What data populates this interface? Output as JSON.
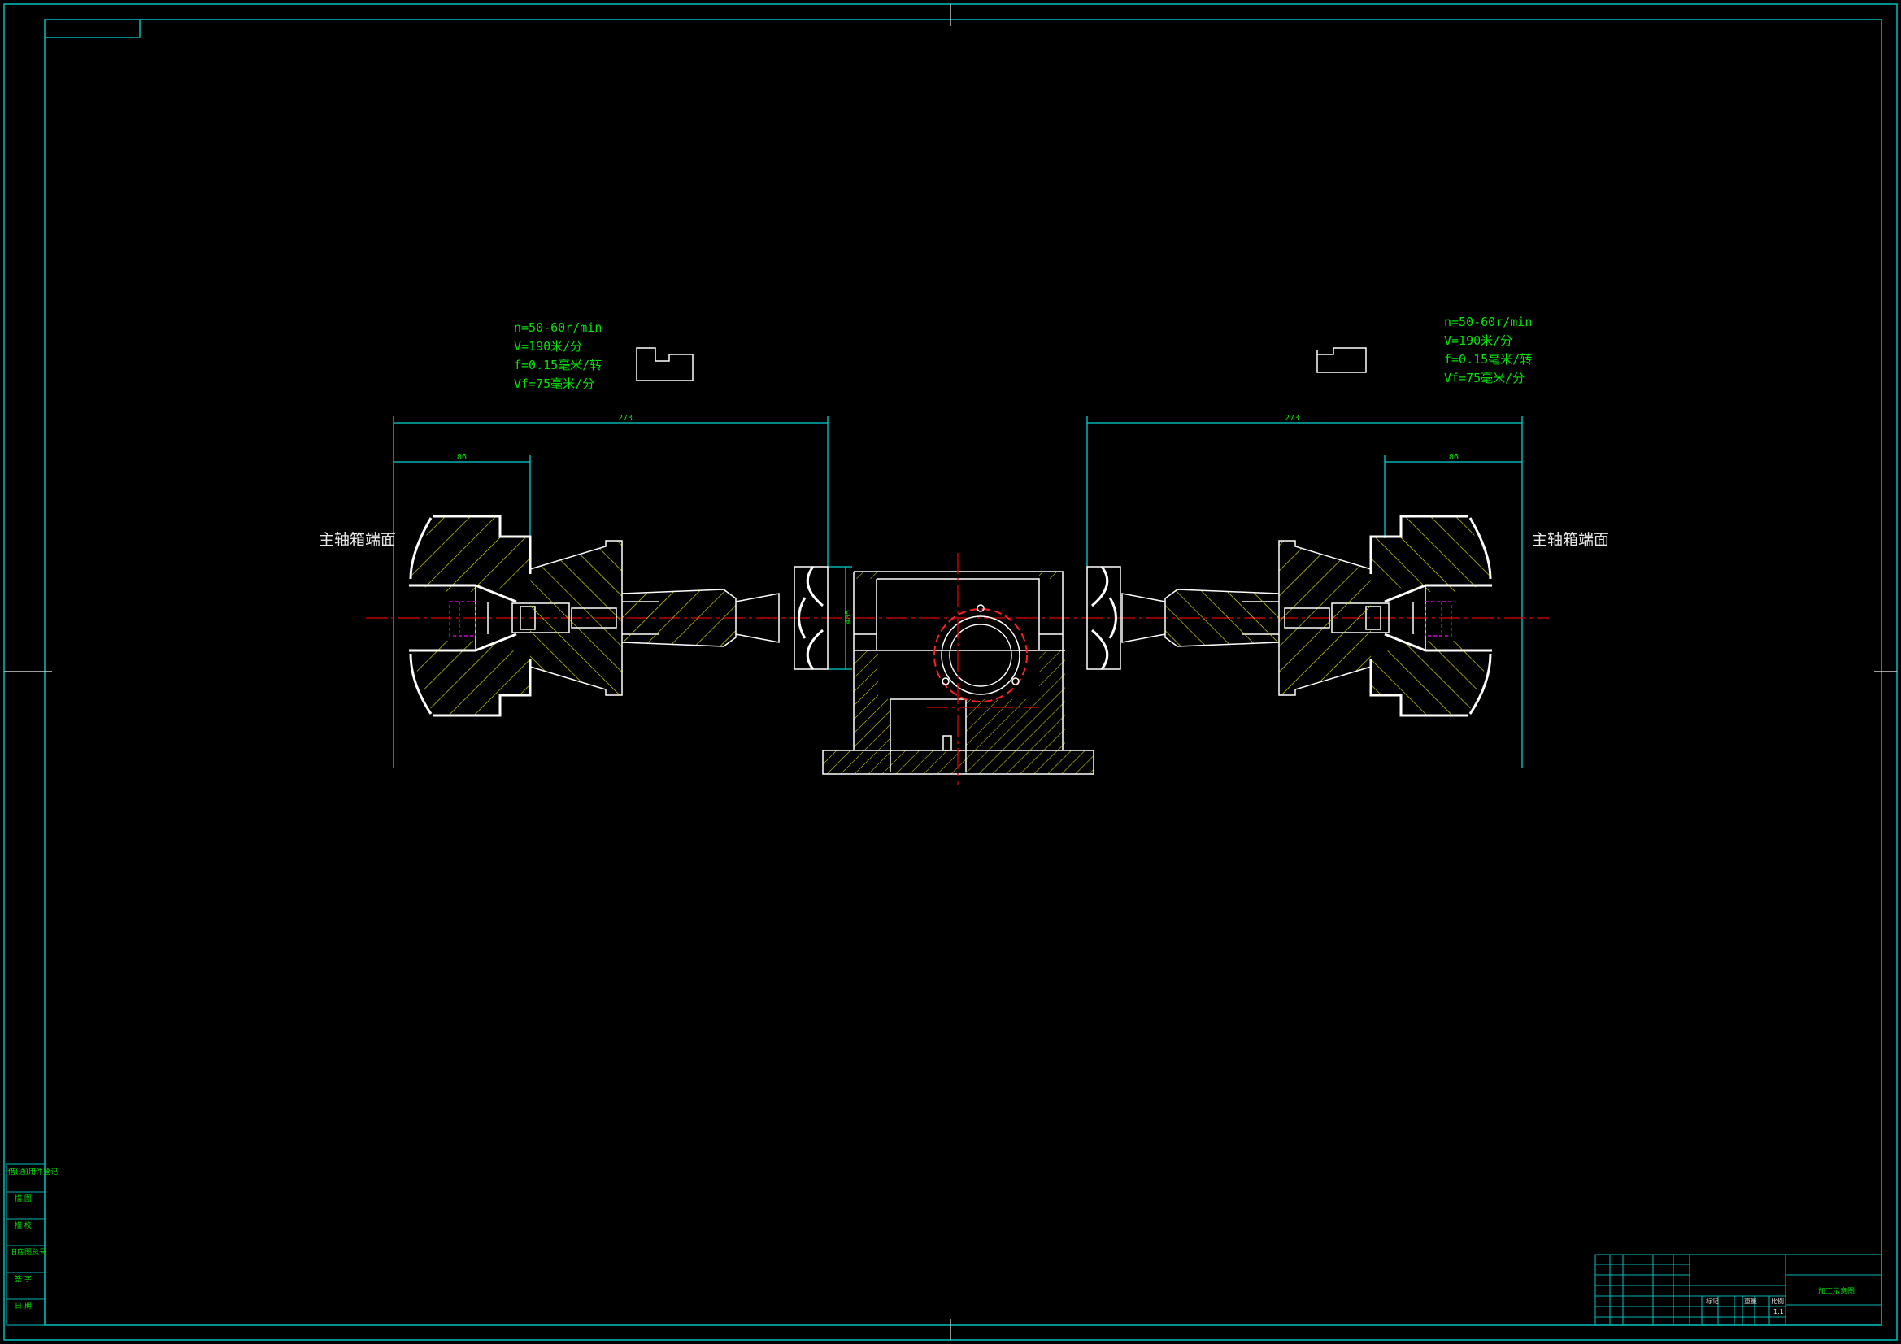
{
  "cutting_params": {
    "left": {
      "n": "n=50-60r/min",
      "v": "V=190米/分",
      "f": "f=0.15毫米/转",
      "vf": "Vf=75毫米/分"
    },
    "right": {
      "n": "n=50-60r/min",
      "v": "V=190米/分",
      "f": "f=0.15毫米/转",
      "vf": "Vf=75毫米/分"
    }
  },
  "labels": {
    "spindle_face_left": "主轴箱端面",
    "spindle_face_right": "主轴箱端面"
  },
  "dimensions": {
    "left_overall": "273",
    "left_inner": "86",
    "right_overall": "273",
    "right_inner": "86",
    "center_vertical": "485"
  },
  "side_table": {
    "rows": [
      "借(通)用件登记",
      "描 图",
      "描 校",
      "旧底图总号",
      "签 字",
      "日 期"
    ]
  },
  "title_block": {
    "drawing_name": "加工示意图",
    "scale_header": "比例",
    "scale_value": "1:1",
    "mark_header": "标记",
    "weight_header": "重量"
  },
  "colors": {
    "background": "#000000",
    "frame": "#00b4b4",
    "text_green": "#00e600",
    "hatch": "#d8d800",
    "center_line": "#e00000"
  }
}
